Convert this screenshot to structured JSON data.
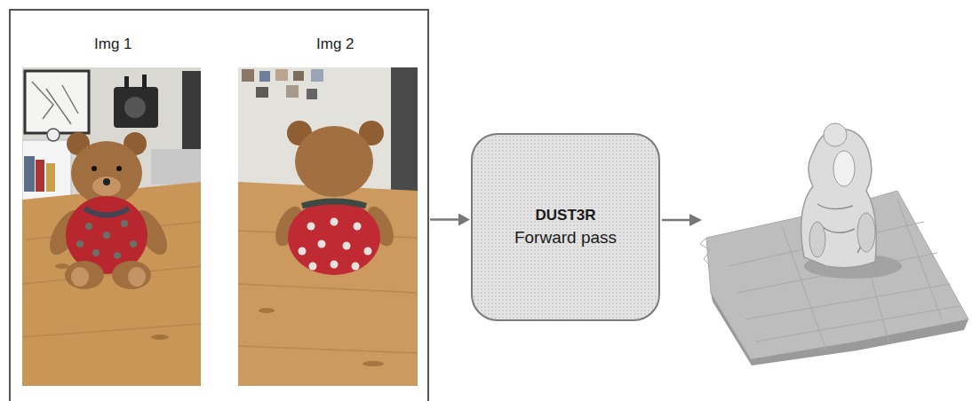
{
  "diagram": {
    "nodes": [
      {
        "text": [
          "Img 1",
          "Img 2"
        ]
      },
      {
        "text": [
          "DUST3R",
          "Forward pass"
        ]
      }
    ],
    "edges": [
      {
        "from": 0,
        "to": 1,
        "arrow": "to"
      }
    ]
  }
}
